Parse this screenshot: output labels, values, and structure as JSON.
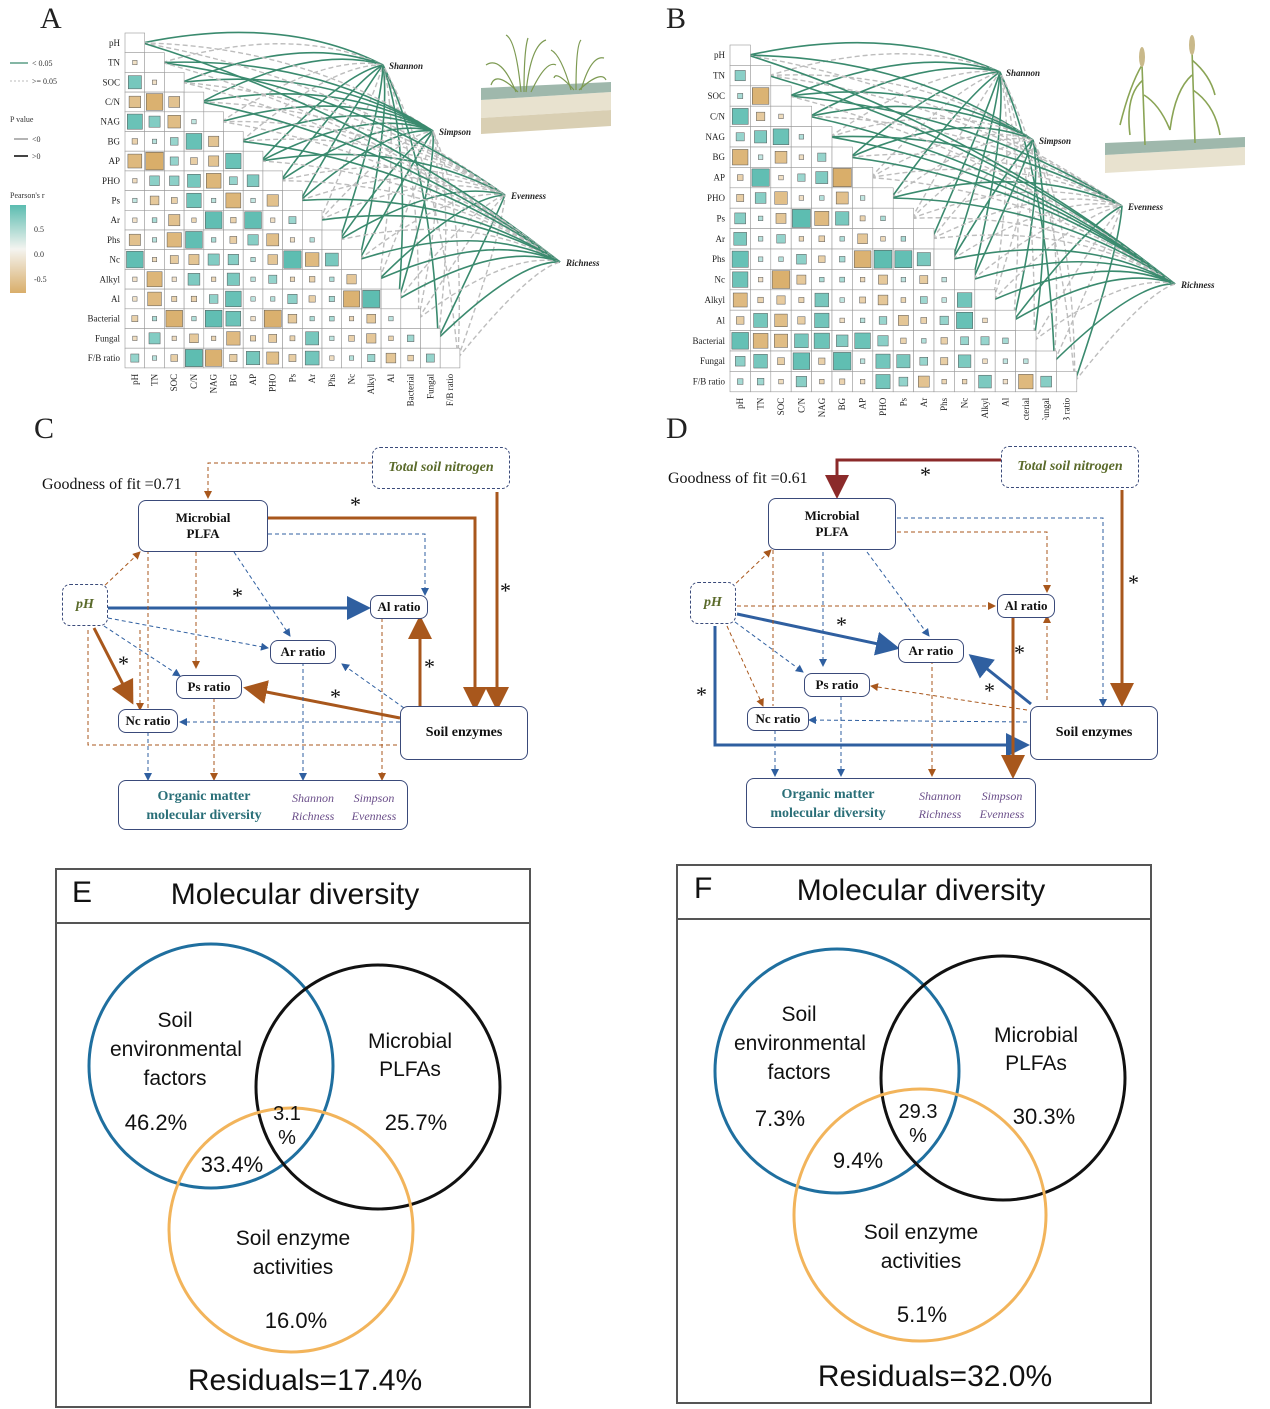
{
  "panels": {
    "A": "A",
    "B": "B",
    "C": "C",
    "D": "D",
    "E": "E",
    "F": "F"
  },
  "heatmap": {
    "variables": [
      "pH",
      "TN",
      "SOC",
      "C/N",
      "NAG",
      "BG",
      "AP",
      "PHO",
      "Ps",
      "Ar",
      "Phs",
      "Nc",
      "Alkyl",
      "Al",
      "Bacterial",
      "Fungal",
      "F/B ratio"
    ],
    "targets": [
      "Shannon",
      "Simpson",
      "Evenness",
      "Richness"
    ],
    "legend": {
      "sig_title": "",
      "sig_items": [
        "< 0.05",
        ">= 0.05"
      ],
      "pval_title": "P value",
      "pval_items": [
        "<0",
        ">0"
      ],
      "r_title": "Pearson's r",
      "r_ticks": [
        "0.5",
        "0.0",
        "-0.5"
      ]
    },
    "colors": {
      "pos": "#5bbcb0",
      "neg": "#d9ae6a",
      "line_sig": "#3a8a6e",
      "line_ns": "#bdbdbd"
    }
  },
  "semC": {
    "goodness": "Goodness of fit =0.71",
    "tsn": "Total soil nitrogen",
    "plfa": "Microbial PLFA",
    "ph": "pH",
    "al": "Al ratio",
    "ar": "Ar ratio",
    "ps": "Ps ratio",
    "nc": "Nc ratio",
    "enz": "Soil enzymes",
    "om": "Organic matter molecular diversity",
    "om1": "Organic matter",
    "om2": "molecular diversity",
    "div1": "Shannon",
    "div2": "Simpson",
    "div3": "Richness",
    "div4": "Evenness",
    "star": "*"
  },
  "semD": {
    "goodness": "Goodness of fit =0.61",
    "tsn": "Total soil nitrogen",
    "plfa": "Microbial PLFA",
    "ph": "pH",
    "al": "Al ratio",
    "ar": "Ar ratio",
    "ps": "Ps ratio",
    "nc": "Nc ratio",
    "enz": "Soil enzymes",
    "om1": "Organic matter",
    "om2": "molecular diversity",
    "div1": "Shannon",
    "div2": "Simpson",
    "div3": "Richness",
    "div4": "Evenness",
    "star": "*"
  },
  "vennE": {
    "title": "Molecular diversity",
    "soil1": "Soil",
    "soil2": "environmental",
    "soil3": "factors",
    "mic1": "Microbial",
    "mic2": "PLFAs",
    "enz1": "Soil enzyme",
    "enz2": "activities",
    "v_soil": "46.2%",
    "v_mic": "25.7%",
    "v_enz": "16.0%",
    "v_soil_enz": "33.4%",
    "v_center1": "3.1",
    "v_center2": "%",
    "residuals": "Residuals=17.4%"
  },
  "vennF": {
    "title": "Molecular diversity",
    "soil1": "Soil",
    "soil2": "environmental",
    "soil3": "factors",
    "mic1": "Microbial",
    "mic2": "PLFAs",
    "enz1": "Soil enzyme",
    "enz2": "activities",
    "v_soil": "7.3%",
    "v_mic": "30.3%",
    "v_enz": "5.1%",
    "v_soil_enz": "9.4%",
    "v_center1": "29.3",
    "v_center2": "%",
    "residuals": "Residuals=32.0%"
  },
  "colors": {
    "blue": "#2f5fa0",
    "brown": "#a8571c",
    "darkred": "#8b2a2a",
    "teal_text": "#2a6f78",
    "purple_text": "#6b4f8a",
    "olive": "#5a6a2a",
    "venn_blue": "#1f6f9f",
    "venn_black": "#111111",
    "venn_orange": "#f2b45b"
  }
}
